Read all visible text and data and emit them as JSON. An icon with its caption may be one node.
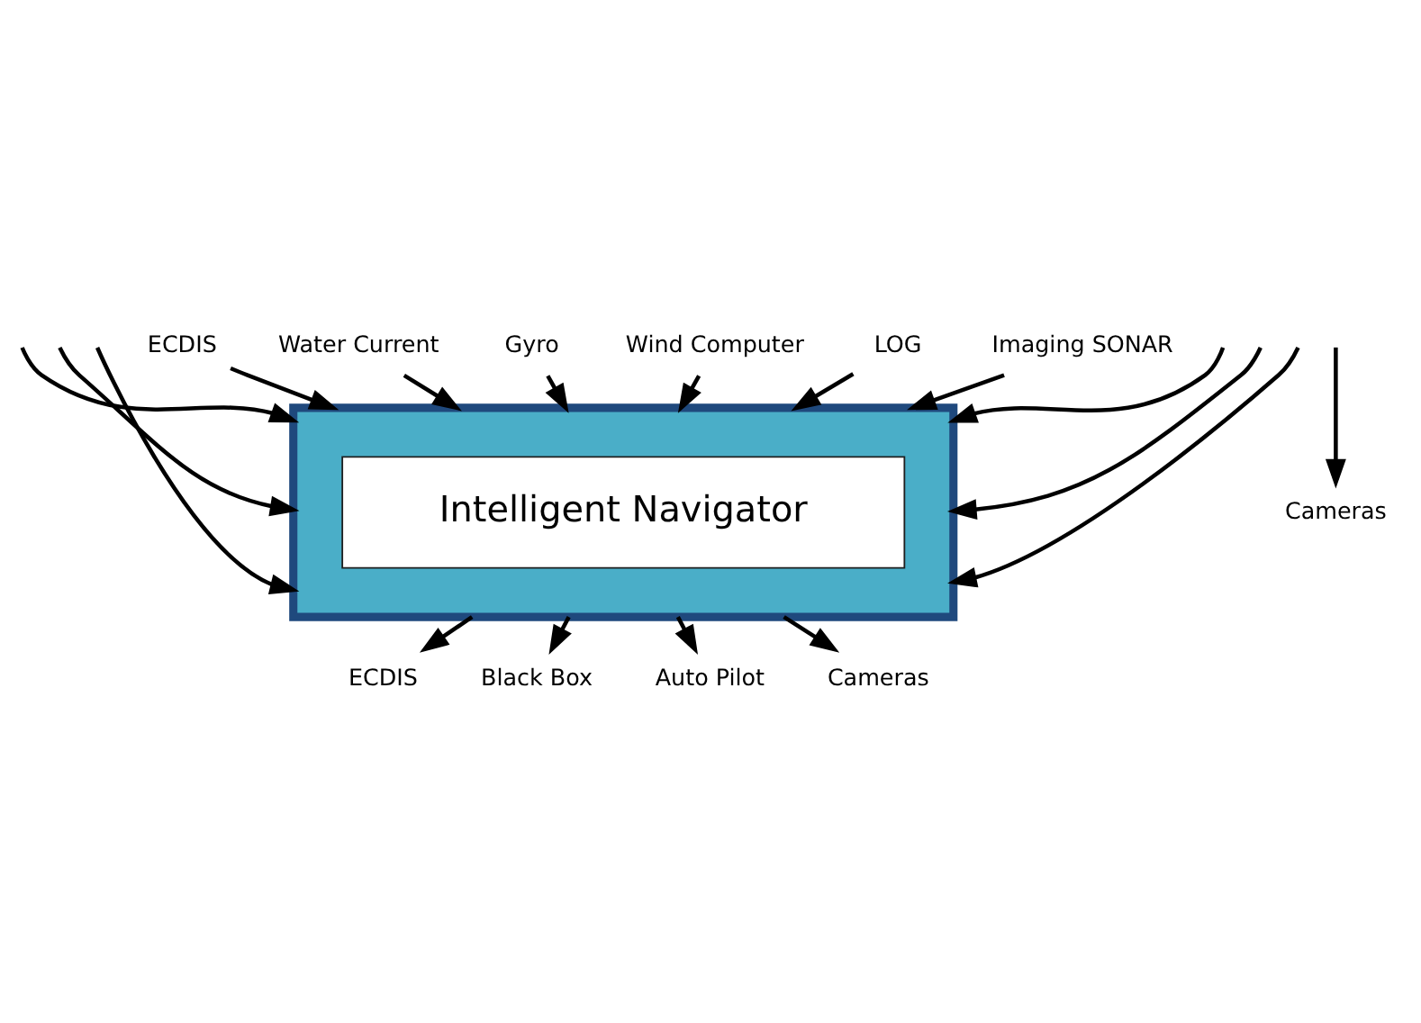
{
  "diagram": {
    "nodes": [
      {
        "text": [],
        "shape": "box"
      },
      {
        "text": [
          "Intelligent Navigator"
        ],
        "in": 0
      },
      {
        "text": [
          "ECDIS"
        ]
      },
      {
        "text": [
          "Water Current"
        ]
      },
      {
        "text": [
          "Gyro"
        ]
      },
      {
        "text": [
          "Wind Computer"
        ]
      },
      {
        "text": [
          "LOG"
        ]
      },
      {
        "text": [
          "Imaging SONAR"
        ]
      },
      {
        "text": [
          "ECDIS"
        ]
      },
      {
        "text": [
          "Black Box"
        ]
      },
      {
        "text": [
          "Auto Pilot"
        ]
      },
      {
        "text": [
          "Cameras"
        ]
      },
      {
        "text": [
          "Cameras"
        ]
      }
    ],
    "edges": [
      {
        "from": 2,
        "to": 0,
        "arrow": "to"
      },
      {
        "from": 3,
        "to": 0,
        "arrow": "to"
      },
      {
        "from": 4,
        "to": 0,
        "arrow": "to"
      },
      {
        "from": 5,
        "to": 0,
        "arrow": "to"
      },
      {
        "from": 6,
        "to": 0,
        "arrow": "to"
      },
      {
        "from": 7,
        "to": 0,
        "arrow": "to"
      },
      {
        "from": null,
        "to": 0,
        "arrow": "to"
      },
      {
        "from": null,
        "to": 0,
        "arrow": "to"
      },
      {
        "from": null,
        "to": 0,
        "arrow": "to"
      },
      {
        "from": null,
        "to": 0,
        "arrow": "to"
      },
      {
        "from": null,
        "to": 0,
        "arrow": "to"
      },
      {
        "from": null,
        "to": 0,
        "arrow": "to"
      },
      {
        "from": 0,
        "to": 8,
        "arrow": "to"
      },
      {
        "from": 0,
        "to": 9,
        "arrow": "to"
      },
      {
        "from": 0,
        "to": 10,
        "arrow": "to"
      },
      {
        "from": 0,
        "to": 11,
        "arrow": "to"
      },
      {
        "from": null,
        "to": 12,
        "arrow": "to"
      }
    ]
  }
}
